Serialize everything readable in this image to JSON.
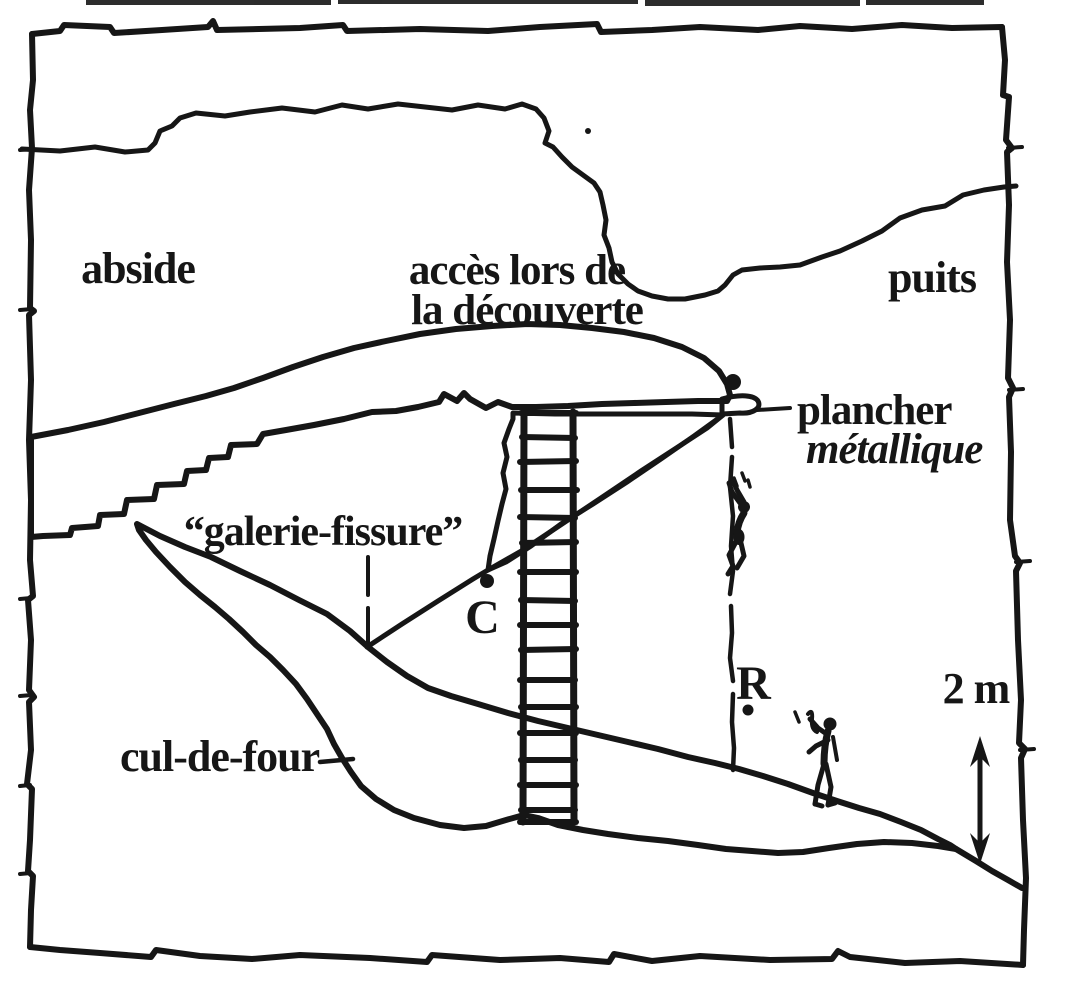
{
  "colors": {
    "ink": "#161616",
    "paper": "#ffffff"
  },
  "labels": {
    "abside": "abside",
    "acces_line1": "accès lors de",
    "acces_line2": "la découverte",
    "puits": "puits",
    "plancher_line1": "plancher",
    "plancher_line2": "métallique",
    "galerie_fissure": "“galerie-fissure”",
    "cul_de_four": "cul-de-four",
    "point_c": "C",
    "point_r": "R",
    "scale_value": "2 m"
  }
}
